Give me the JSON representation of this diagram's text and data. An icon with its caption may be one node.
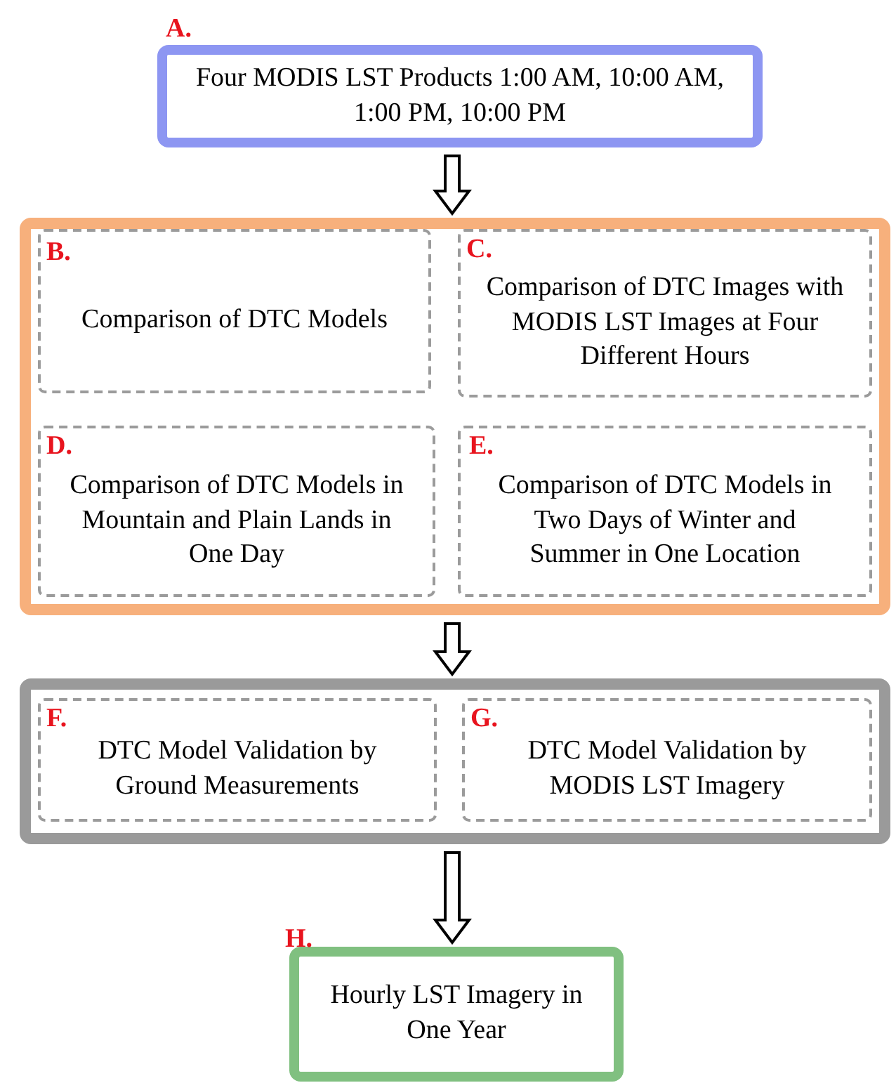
{
  "diagram": {
    "nodes": [
      {
        "text": [
          "A.",
          "Four MODIS LST Products 1:00 AM, 10:00 AM, 1:00 PM, 10:00 PM"
        ]
      },
      {
        "text": [],
        "shape": "box"
      },
      {
        "text": [
          "B.",
          "Comparison of DTC Models"
        ],
        "in": 1
      },
      {
        "text": [
          "C.",
          "Comparison of DTC Images with MODIS LST Images at Four Different Hours"
        ],
        "in": 1
      },
      {
        "text": [
          "D.",
          "Comparison of DTC Models in Mountain and Plain Lands in One Day"
        ],
        "in": 1
      },
      {
        "text": [
          "E.",
          "Comparison of DTC Models in Two Days of Winter and Summer in One Location"
        ],
        "in": 1
      },
      {
        "text": [],
        "shape": "box"
      },
      {
        "text": [
          "F.",
          "DTC Model Validation by Ground Measurements"
        ],
        "in": 6
      },
      {
        "text": [
          "G.",
          "DTC Model Validation by MODIS LST Imagery"
        ],
        "in": 6
      },
      {
        "text": [
          "H.",
          "Hourly LST Imagery in One Year"
        ]
      }
    ],
    "edges": [
      {
        "from": 0,
        "to": 1,
        "arrow": "to"
      },
      {
        "from": 1,
        "to": 6,
        "arrow": "to"
      },
      {
        "from": 6,
        "to": 9,
        "arrow": "to"
      }
    ]
  }
}
